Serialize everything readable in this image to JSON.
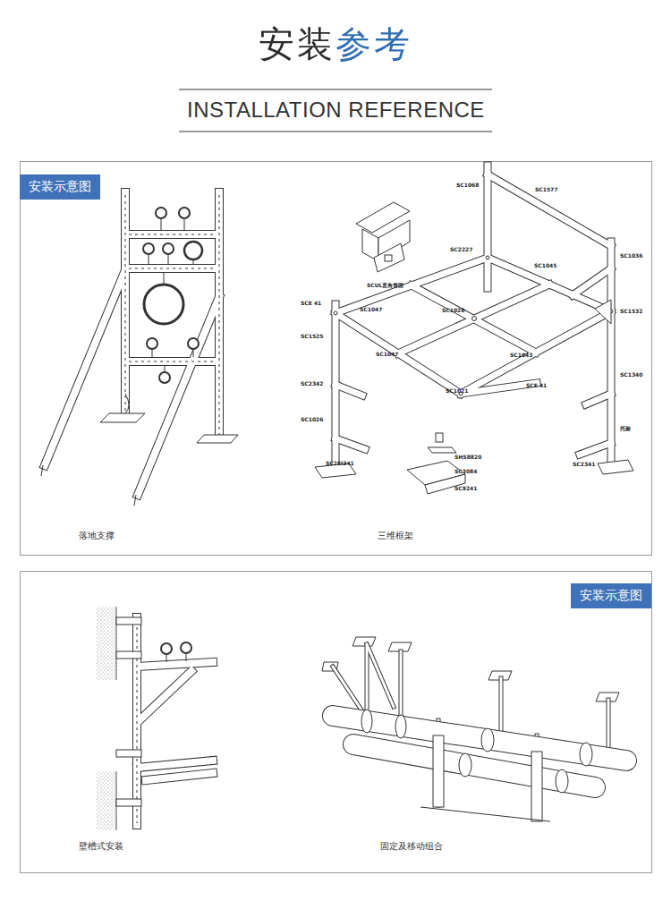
{
  "diagram": {
    "title": "安装参考",
    "caption": "INSTALLATION REFERENCE",
    "nodes": [
      {
        "text": [
          "安装示意图"
        ]
      },
      {
        "text": [
          "安装示意图"
        ]
      }
    ],
    "labels": [
      "落地支撑",
      "三维框架",
      "壁槽式安装",
      "固定及移动组合",
      "SC1068",
      "SC1577",
      "SC2227",
      "SCUL直角管固",
      "SC1045",
      "SC1036",
      "SCE 41",
      "SC1047",
      "SC1028",
      "SC1532",
      "SC1525",
      "SC1047",
      "SC1043",
      "SC1340",
      "SC2342",
      "SC1021",
      "SCE 41",
      "SC1026",
      "托架",
      "SHS8820",
      "SC3084",
      "SC9241",
      "SC2EI341",
      "SC2341"
    ]
  }
}
